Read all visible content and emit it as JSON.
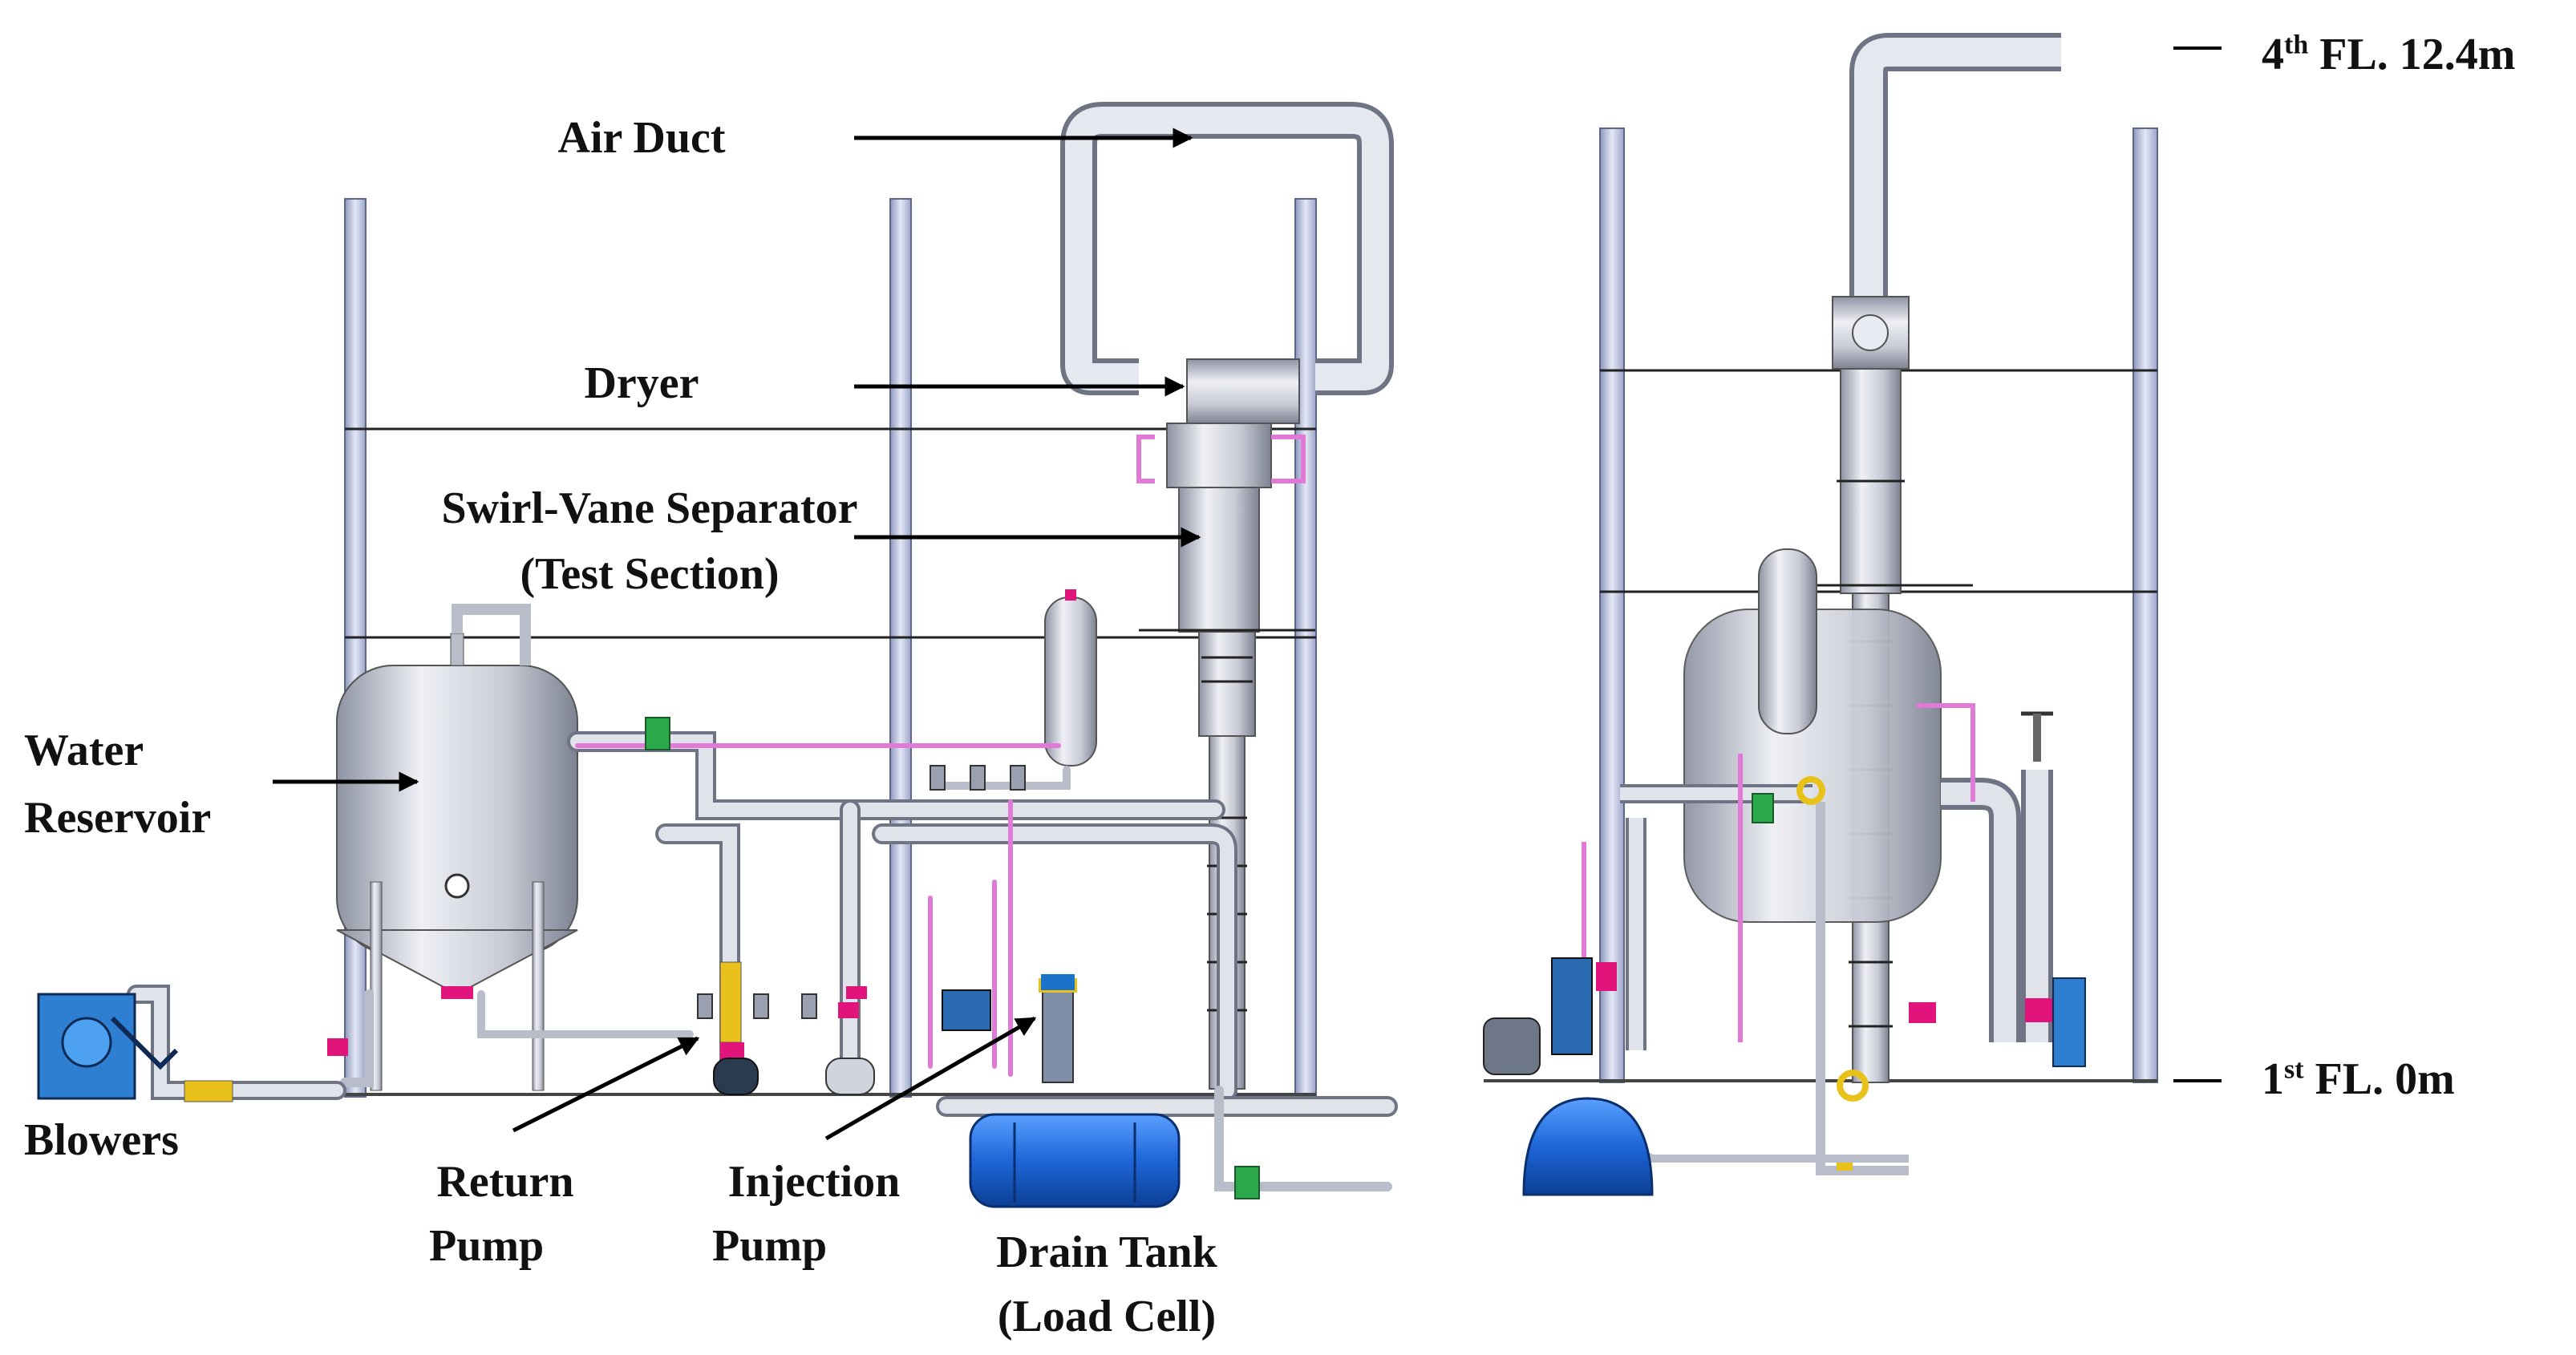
{
  "labels": {
    "air_duct": "Air Duct",
    "dryer": "Dryer",
    "separator_line1": "Swirl-Vane Separator",
    "separator_line2": "(Test Section)",
    "water_line1": "Water",
    "water_line2": "Reservoir",
    "blowers": "Blowers",
    "return_line1": "Return",
    "return_line2": "Pump",
    "injection_line1": "Injection",
    "injection_line2": "Pump",
    "drain_line1": "Drain Tank",
    "drain_line2": "(Load Cell)"
  },
  "levels": {
    "top": {
      "num": "4",
      "sup": "th",
      "rest": " FL. 12.4m"
    },
    "bottom": {
      "num": "1",
      "sup": "st",
      "rest": " FL. 0m"
    }
  },
  "colors": {
    "steel": "#c9ccd6",
    "frame": "#aeb8d6",
    "pipe_pink": "#e07ad6",
    "accent_magenta": "#e0147a",
    "tank_blue": "#1e66d8",
    "valve_green": "#2aa84a",
    "flange_yellow": "#e8c21a"
  }
}
